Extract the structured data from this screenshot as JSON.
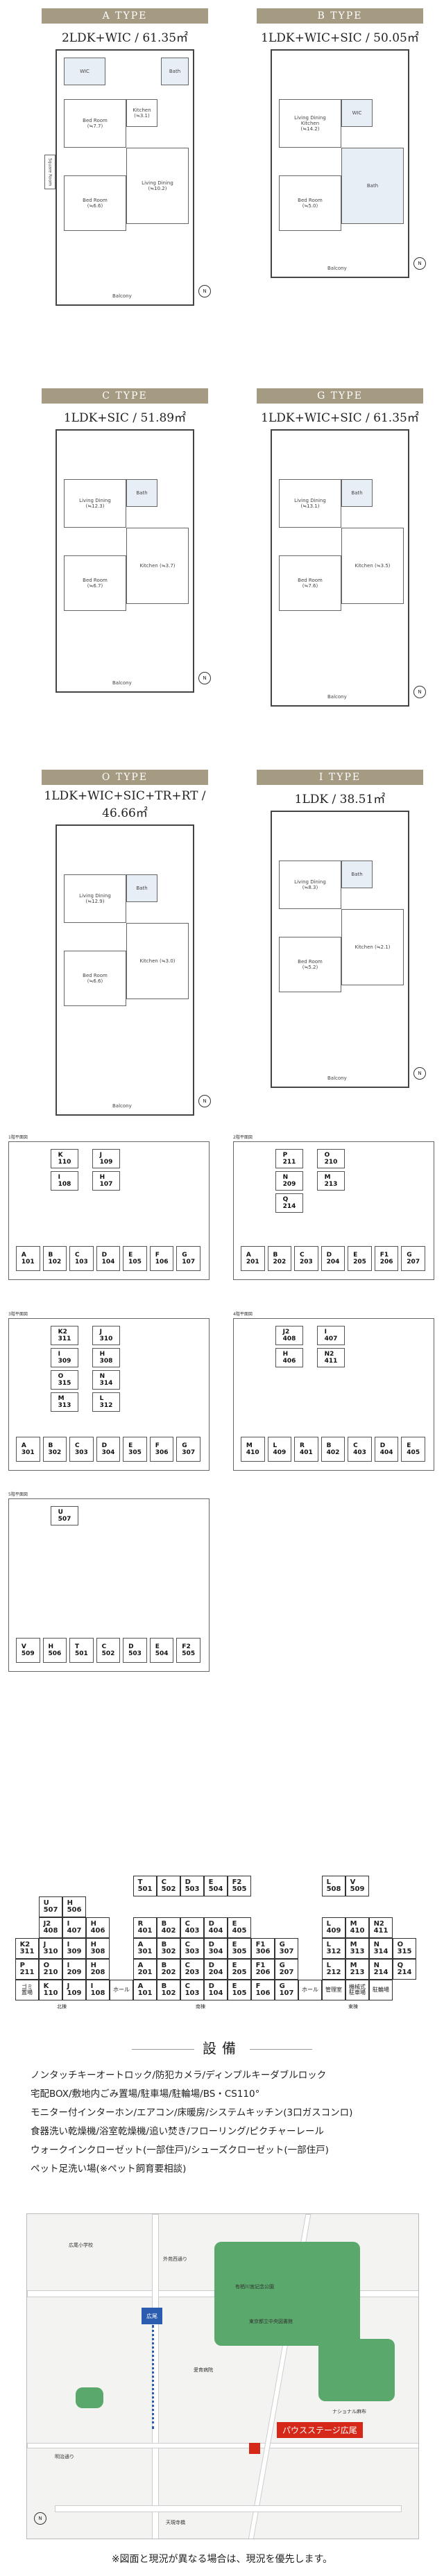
{
  "plans": [
    {
      "type": "A TYPE",
      "layout": "2LDK+WIC / 61.35㎡",
      "rooms": [
        {
          "label": "Bed Room\n(≒7.7)"
        },
        {
          "label": "Bed Room\n(≒6.6)"
        },
        {
          "label": "Living Dining\n(≒10.2)"
        },
        {
          "label": "Kitchen\n(≒3.1)"
        },
        {
          "label": "Bath"
        },
        {
          "label": "WIC"
        }
      ],
      "balcony": "Balcony",
      "extra": "Square Room",
      "compass": "N"
    },
    {
      "type": "B TYPE",
      "layout": "1LDK+WIC+SIC / 50.05㎡",
      "rooms": [
        {
          "label": "Living Dining\nKitchen\n(≒14.2)"
        },
        {
          "label": "Bed Room\n(≒5.0)"
        },
        {
          "label": "Bath"
        },
        {
          "label": "WIC"
        }
      ],
      "balcony": "Balcony",
      "compass": "N"
    },
    {
      "type": "C TYPE",
      "layout": "1LDK+SIC / 51.89㎡",
      "rooms": [
        {
          "label": "Living Dining\n(≒12.3)"
        },
        {
          "label": "Bed Room\n(≒6.7)"
        },
        {
          "label": "Kitchen (≒3.7)"
        },
        {
          "label": "Bath"
        }
      ],
      "balcony": "Balcony",
      "compass": "N"
    },
    {
      "type": "G TYPE",
      "layout": "1LDK+WIC+SIC / 61.35㎡",
      "rooms": [
        {
          "label": "Living Dining\n(≒13.1)"
        },
        {
          "label": "Bed Room\n(≒7.6)"
        },
        {
          "label": "Kitchen (≒3.5)"
        },
        {
          "label": "Bath"
        }
      ],
      "balcony": "Balcony",
      "compass": "N"
    },
    {
      "type": "O TYPE",
      "layout": "1LDK+WIC+SIC+TR+RT / 46.66㎡",
      "rooms": [
        {
          "label": "Living Dining\n(≒12.9)"
        },
        {
          "label": "Bed Room\n(≒6.6)"
        },
        {
          "label": "Kitchen (≒3.0)"
        },
        {
          "label": "Bath"
        }
      ],
      "balcony": "Balcony",
      "compass": "N"
    },
    {
      "type": "I TYPE",
      "layout": "1LDK / 38.51㎡",
      "rooms": [
        {
          "label": "Living Dining\n(≒8.3)"
        },
        {
          "label": "Bed Room\n(≒5.2)"
        },
        {
          "label": "Kitchen (≒2.1)"
        },
        {
          "label": "Bath"
        }
      ],
      "balcony": "Balcony",
      "compass": "N"
    }
  ],
  "floors": [
    {
      "title": "1階平面図",
      "units": [
        "K\n110",
        "J\n109",
        "I\n108",
        "H\n107",
        "A\n101",
        "B\n102",
        "C\n103",
        "D\n104",
        "E\n105",
        "F\n106",
        "G\n107"
      ]
    },
    {
      "title": "2階平面図",
      "units": [
        "P\n211",
        "O\n210",
        "N\n209",
        "M\n213",
        "Q\n214",
        "A\n201",
        "B\n202",
        "C\n203",
        "D\n204",
        "E\n205",
        "F1\n206",
        "G\n207"
      ]
    },
    {
      "title": "3階平面図",
      "units": [
        "K2\n311",
        "J\n310",
        "I\n309",
        "H\n308",
        "O\n315",
        "N\n314",
        "M\n313",
        "L\n312",
        "A\n301",
        "B\n302",
        "C\n303",
        "D\n304",
        "E\n305",
        "F\n306",
        "G\n307"
      ]
    },
    {
      "title": "4階平面図",
      "units": [
        "J2\n408",
        "I\n407",
        "H\n406",
        "N2\n411",
        "M\n410",
        "L\n409",
        "R\n401",
        "B\n402",
        "C\n403",
        "D\n404",
        "E\n405"
      ]
    },
    {
      "title": "5階平面図",
      "units": [
        "U\n507",
        "V\n509",
        "H\n506",
        "T\n501",
        "C\n502",
        "D\n503",
        "E\n504",
        "F2\n505"
      ]
    }
  ],
  "stack": {
    "rows": [
      [
        "",
        "",
        "",
        "",
        "",
        "T\n501",
        "C\n502",
        "D\n503",
        "E\n504",
        "F2\n505",
        "",
        "",
        "",
        "L\n508",
        "V\n509",
        "",
        ""
      ],
      [
        "",
        "U\n507",
        "H\n506",
        "",
        "",
        "",
        "",
        "",
        "",
        "",
        "",
        "",
        "",
        "",
        "",
        "",
        ""
      ],
      [
        "",
        "J2\n408",
        "I\n407",
        "H\n406",
        "",
        "R\n401",
        "B\n402",
        "C\n403",
        "D\n404",
        "E\n405",
        "",
        "",
        "",
        "L\n409",
        "M\n410",
        "N2\n411",
        ""
      ],
      [
        "K2\n311",
        "J\n310",
        "I\n309",
        "H\n308",
        "",
        "A\n301",
        "B\n302",
        "C\n303",
        "D\n304",
        "E\n305",
        "F1\n306",
        "G\n307",
        "",
        "L\n312",
        "M\n313",
        "N\n314",
        "O\n315"
      ],
      [
        "P\n211",
        "O\n210",
        "I\n209",
        "H\n208",
        "",
        "A\n201",
        "B\n202",
        "C\n203",
        "D\n204",
        "E\n205",
        "F1\n206",
        "G\n207",
        "",
        "L\n212",
        "M\n213",
        "N\n214",
        "Q\n214"
      ],
      [
        "ゴミ\n置場",
        "K\n110",
        "J\n109",
        "I\n108",
        "ホール",
        "A\n101",
        "B\n102",
        "C\n103",
        "D\n104",
        "E\n105",
        "F\n106",
        "G\n107",
        "ホール",
        "管理室",
        "機械式\n駐車場",
        "駐輪場",
        ""
      ]
    ],
    "footers": [
      "北棟",
      "南棟",
      "東棟"
    ]
  },
  "equipment": {
    "title": "設備",
    "lines": [
      "ノンタッチキーオートロック/防犯カメラ/ディンプルキーダブルロック",
      "宅配BOX/敷地内ごみ置場/駐車場/駐輪場/BS・CS110°",
      "モニター付インターホン/エアコン/床暖房/システムキッチン(3口ガスコンロ)",
      "食器洗い乾燥機/浴室乾燥機/追い焚き/フローリング/ピクチャーレール",
      "ウォークインクローゼット(一部住戸)/シューズクローゼット(一部住戸)",
      "ペット足洗い場(※ペット飼育要相談)"
    ]
  },
  "map": {
    "site": "パウスステージ広尾",
    "station": "広尾",
    "labels": [
      "有栖川宮記念公園",
      "東京都立中央図書館",
      "広尾小学校",
      "外苑西通り",
      "天現寺橋",
      "明治通り",
      "愛育病院",
      "ナショナル麻布"
    ]
  },
  "footnote": "※図面と現況が異なる場合は、現況を優先します。",
  "colors": {
    "band": "#a59a82",
    "site": "#d62818",
    "park": "#5aa86b"
  }
}
